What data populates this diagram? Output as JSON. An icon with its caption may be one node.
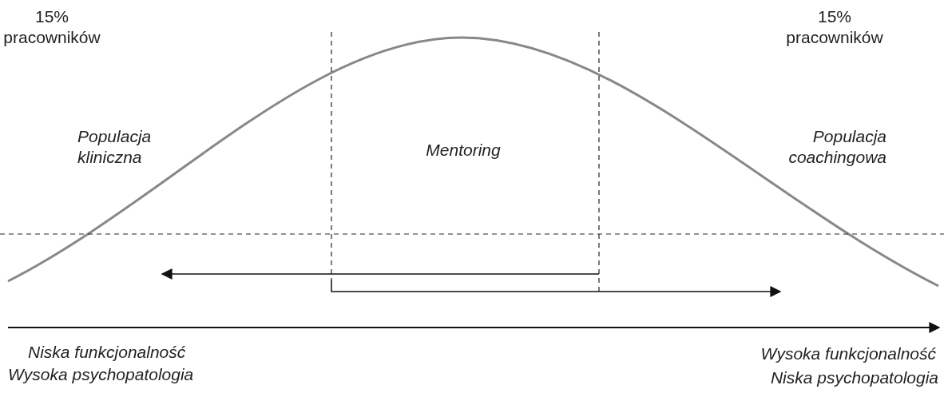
{
  "diagram": {
    "labels": [
      "15% pracowników",
      "15% pracowników",
      "Populacja kliniczna",
      "Mentoring",
      "Populacja coachingowa",
      "Niska funkcjonalność",
      "Wysoka funkcjonalność",
      "Wysoka psychopatologia",
      "Niska psychopatologia"
    ]
  }
}
